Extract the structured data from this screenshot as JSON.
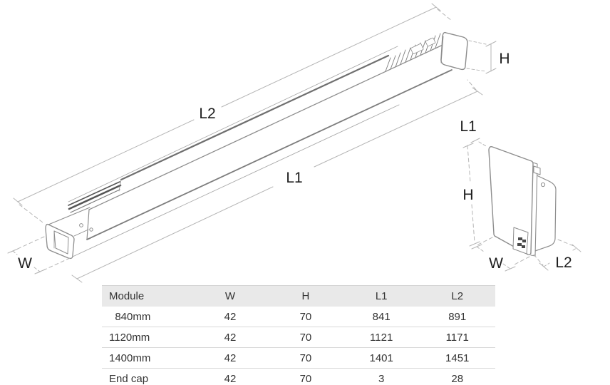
{
  "diagram": {
    "main": {
      "labels": {
        "l2": "L2",
        "l1": "L1",
        "h": "H",
        "w": "W"
      }
    },
    "endcap": {
      "labels": {
        "l1": "L1",
        "h": "H",
        "w": "W",
        "l2": "L2"
      }
    }
  },
  "colors": {
    "drawing_line": "#8d8d8d",
    "dark_detail": "#5a5a5a",
    "dimension_line": "#b5b5b5",
    "label_text": "#1d1d1d",
    "table_header_bg": "#e9e9e9",
    "table_border": "#d8d8d8",
    "table_text": "#333333"
  },
  "table": {
    "headers": [
      "Module",
      "W",
      "H",
      "L1",
      "L2"
    ],
    "rows": [
      {
        "module": "  840mm",
        "w": "42",
        "h": "70",
        "l1": "841",
        "l2": "891"
      },
      {
        "module": "1120mm",
        "w": "42",
        "h": "70",
        "l1": "1121",
        "l2": "1171"
      },
      {
        "module": "1400mm",
        "w": "42",
        "h": "70",
        "l1": "1401",
        "l2": "1451"
      },
      {
        "module": "End cap",
        "w": "42",
        "h": "70",
        "l1": "3",
        "l2": "28"
      }
    ]
  }
}
